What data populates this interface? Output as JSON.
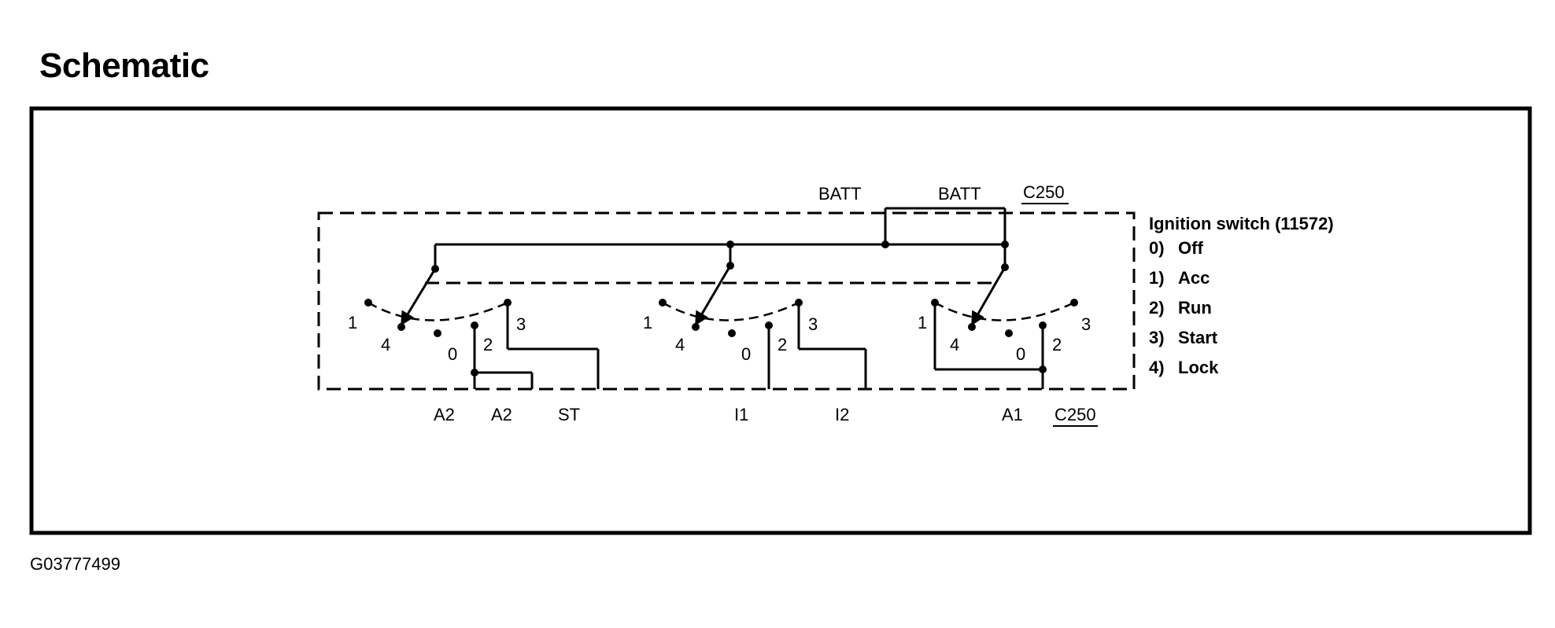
{
  "title": "Schematic",
  "figure_id": "G03777499",
  "connectors": {
    "top": "C250",
    "bottom": "C250"
  },
  "top_terminals": [
    "BATT",
    "BATT"
  ],
  "bottom_terminals": [
    "A2",
    "A2",
    "ST",
    "I1",
    "I2",
    "A1"
  ],
  "position_numbers": [
    "1",
    "4",
    "0",
    "2",
    "3"
  ],
  "legend": {
    "title": "Ignition switch (11572)",
    "items": [
      {
        "num": "0)",
        "label": "Off"
      },
      {
        "num": "1)",
        "label": "Acc"
      },
      {
        "num": "2)",
        "label": "Run"
      },
      {
        "num": "3)",
        "label": "Start"
      },
      {
        "num": "4)",
        "label": "Lock"
      }
    ]
  }
}
